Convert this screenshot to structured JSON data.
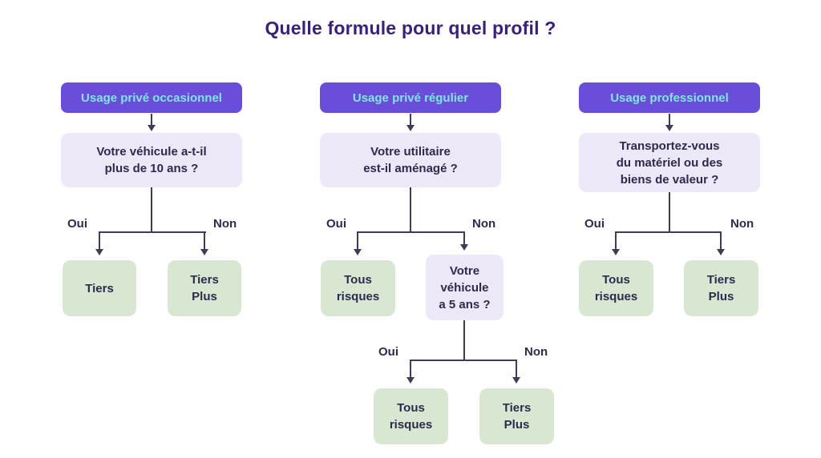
{
  "title": "Quelle formule pour quel profil ?",
  "branch_labels": {
    "yes": "Oui",
    "no": "Non"
  },
  "colors": {
    "title_color": "#3A2178",
    "header_bg": "#6A4ED9",
    "header_text": "#7FE5E2",
    "question_bg": "#ECE8F8",
    "result_bg": "#D8E7D1",
    "text_dark": "#2E2A4D",
    "line_color": "#3F3D56"
  },
  "columns": [
    {
      "header": "Usage privé occasionnel",
      "question": "Votre véhicule a-t-il\nplus de 10 ans ?",
      "yes_result": "Tiers",
      "no_result": "Tiers\nPlus"
    },
    {
      "header": "Usage privé régulier",
      "question": "Votre utilitaire\nest-il aménagé ?",
      "yes_result": "Tous\nrisques",
      "no_followup_question": "Votre\nvéhicule\na 5 ans ?",
      "followup_yes_result": "Tous\nrisques",
      "followup_no_result": "Tiers\nPlus"
    },
    {
      "header": "Usage professionnel",
      "question": "Transportez-vous\ndu matériel ou des\nbiens de valeur ?",
      "yes_result": "Tous\nrisques",
      "no_result": "Tiers\nPlus"
    }
  ]
}
